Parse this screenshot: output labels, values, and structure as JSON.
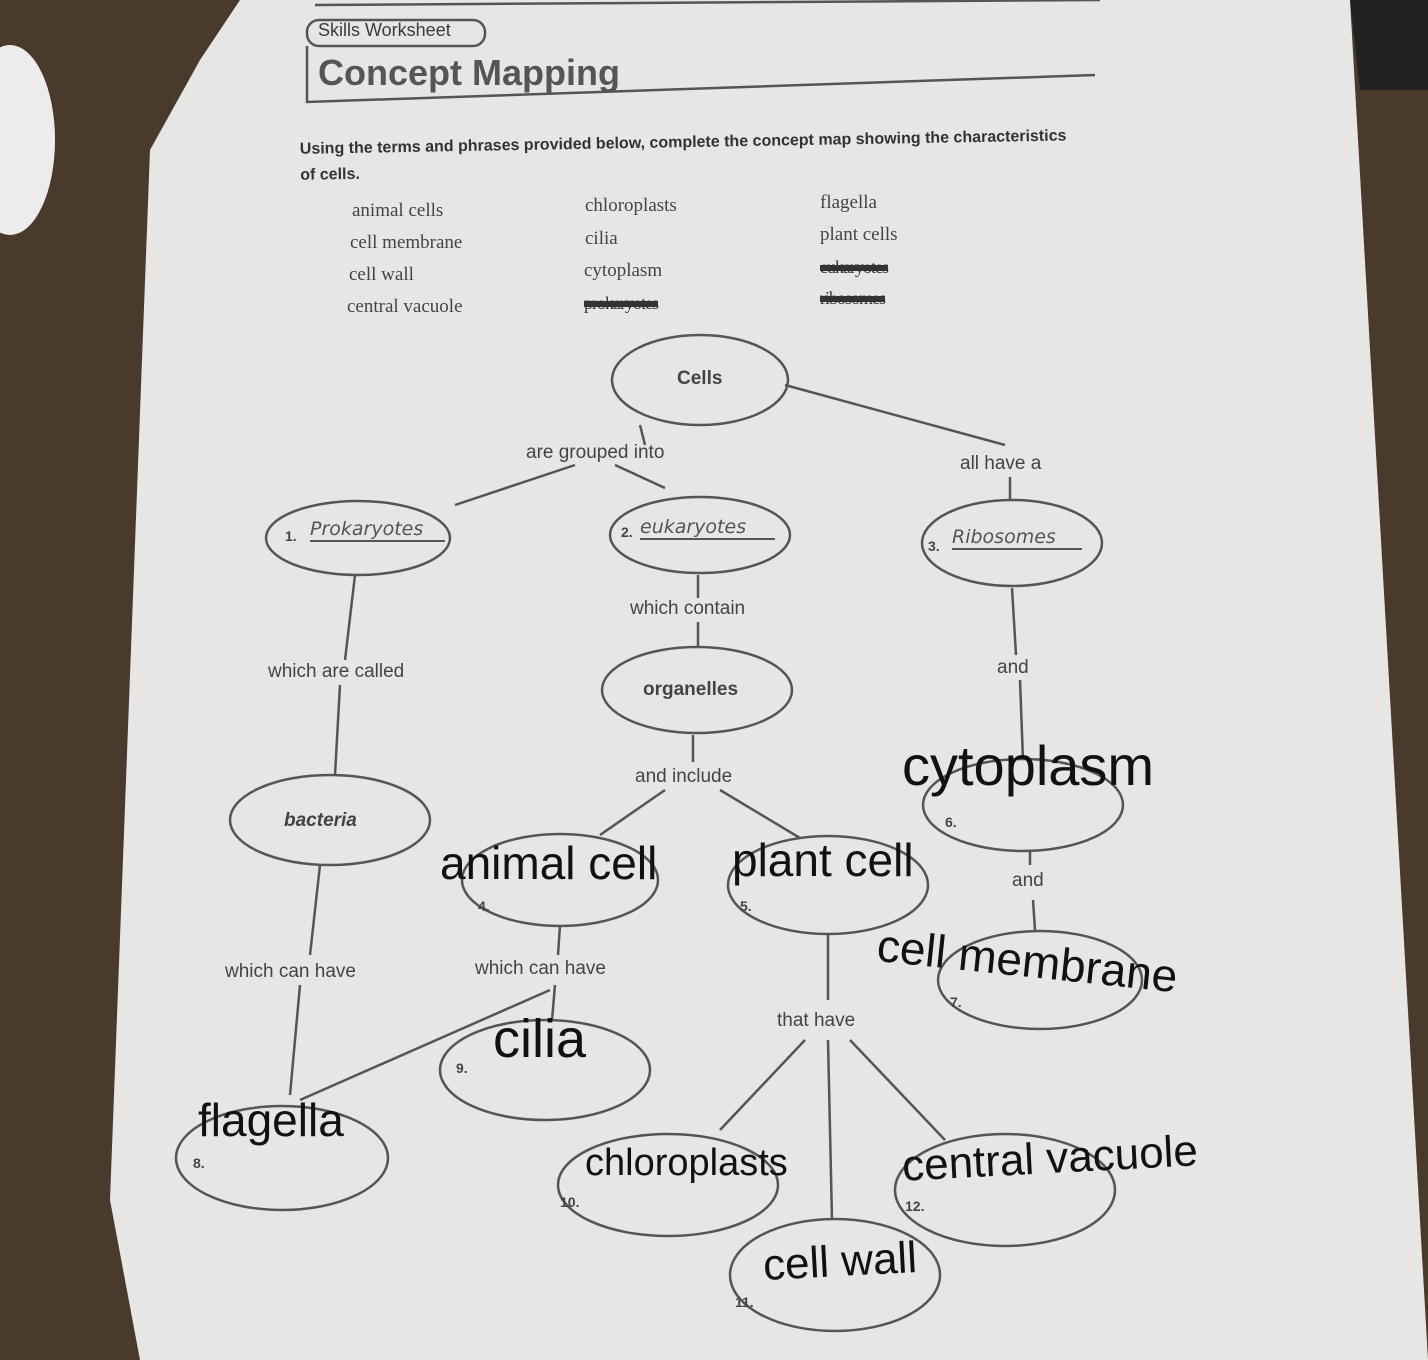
{
  "header": {
    "tag": "Skills Worksheet",
    "title": "Concept Mapping"
  },
  "instructions": "Using the terms and phrases provided below, complete the concept map showing the characteristics of cells.",
  "word_bank": {
    "col1": [
      "animal cells",
      "cell membrane",
      "cell wall",
      "central vacuole"
    ],
    "col2": [
      "chloroplasts",
      "cilia",
      "cytoplasm",
      "prokaryotes"
    ],
    "col3": [
      "flagella",
      "plant cells",
      "eukaryotes",
      "ribosomes"
    ]
  },
  "map": {
    "nodes": {
      "cells": "Cells",
      "organelles": "organelles",
      "bacteria": "bacteria"
    },
    "links": {
      "grouped": "are grouped into",
      "all_have": "all have a",
      "which_contain": "which contain",
      "which_called": "which are called",
      "and1": "and",
      "and_include": "and include",
      "and2": "and",
      "can_have1": "which can have",
      "can_have2": "which can have",
      "that_have": "that have"
    },
    "numbers": [
      "1.",
      "2.",
      "3.",
      "4.",
      "5.",
      "6.",
      "7.",
      "8.",
      "9.",
      "10.",
      "11.",
      "12."
    ],
    "handwritten": {
      "a1": "Prokaryotes",
      "a2": "eukaryotes",
      "a3": "Ribosomes"
    },
    "typed": {
      "a4": "animal cell",
      "a5": "plant cell",
      "a6": "cytoplasm",
      "a7": "cell membrane",
      "a8": "flagella",
      "a9": "cilia",
      "a10": "chloroplasts",
      "a11": "cell wall",
      "a12": "central vacuole"
    }
  }
}
